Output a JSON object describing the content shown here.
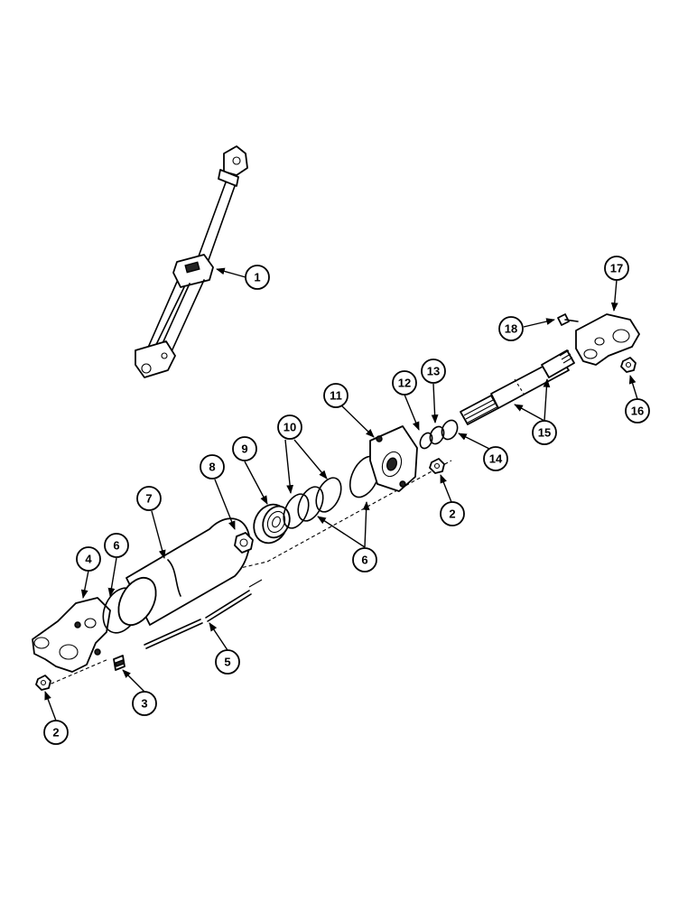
{
  "callouts": [
    {
      "label": "1"
    },
    {
      "label": "2"
    },
    {
      "label": "2"
    },
    {
      "label": "3"
    },
    {
      "label": "4"
    },
    {
      "label": "5"
    },
    {
      "label": "6"
    },
    {
      "label": "6"
    },
    {
      "label": "6"
    },
    {
      "label": "7"
    },
    {
      "label": "8"
    },
    {
      "label": "9"
    },
    {
      "label": "10"
    },
    {
      "label": "11"
    },
    {
      "label": "12"
    },
    {
      "label": "13"
    },
    {
      "label": "14"
    },
    {
      "label": "15"
    },
    {
      "label": "16"
    },
    {
      "label": "17"
    },
    {
      "label": "18"
    }
  ]
}
